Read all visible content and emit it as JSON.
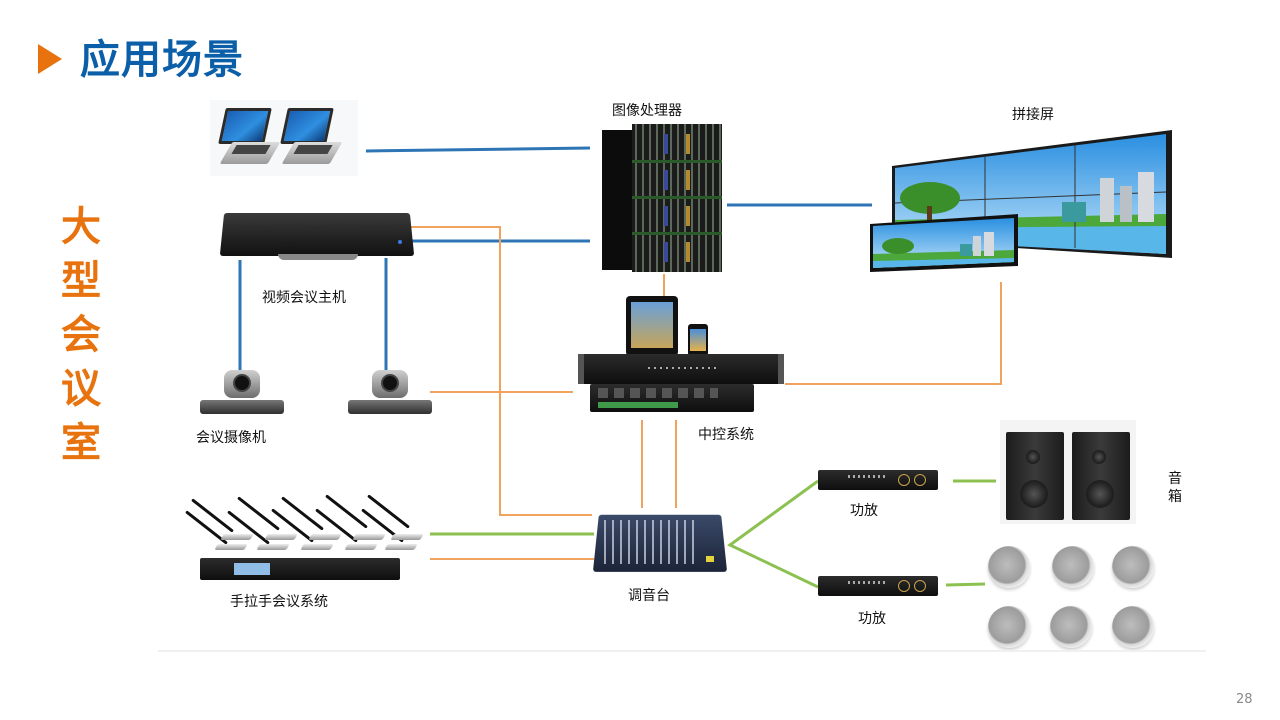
{
  "slide": {
    "title": "应用场景",
    "side_title": [
      "大",
      "型",
      "会",
      "议",
      "室"
    ],
    "page_number": "28"
  },
  "devices": {
    "image_processor": "图像处理器",
    "video_wall": "拼接屏",
    "video_conf_host": "视频会议主机",
    "conference_camera": "会议摄像机",
    "central_control": "中控系统",
    "hand_in_hand_system": "手拉手会议系统",
    "mixer": "调音台",
    "amplifier_top": "功放",
    "amplifier_bottom": "功放",
    "speaker_cabinet": "音箱"
  },
  "connections": [
    {
      "from": "laptops",
      "to": "image_processor",
      "type": "video",
      "color": "#2e75b6"
    },
    {
      "from": "video_conf_host",
      "to": "image_processor",
      "type": "video",
      "color": "#2e75b6"
    },
    {
      "from": "image_processor",
      "to": "video_wall",
      "type": "video",
      "color": "#2e75b6"
    },
    {
      "from": "video_conf_host",
      "to": "conference_camera_1",
      "type": "video",
      "color": "#2e75b6"
    },
    {
      "from": "video_conf_host",
      "to": "conference_camera_2",
      "type": "video",
      "color": "#2e75b6"
    },
    {
      "from": "video_conf_host",
      "to": "mixer",
      "type": "control",
      "color": "#f0a35e"
    },
    {
      "from": "conference_camera_2",
      "to": "central_control",
      "type": "control",
      "color": "#f0a35e"
    },
    {
      "from": "image_processor",
      "to": "central_control",
      "type": "control",
      "color": "#f0a35e"
    },
    {
      "from": "central_control",
      "to": "video_wall",
      "type": "control",
      "color": "#f0a35e"
    },
    {
      "from": "central_control",
      "to": "mixer",
      "type": "control",
      "color": "#f0a35e"
    },
    {
      "from": "hand_in_hand_system",
      "to": "mixer",
      "type": "audio",
      "color": "#8cc152"
    },
    {
      "from": "hand_in_hand_system",
      "to": "mixer",
      "type": "control",
      "color": "#f0a35e"
    },
    {
      "from": "mixer",
      "to": "amplifier_top",
      "type": "audio",
      "color": "#8cc152"
    },
    {
      "from": "mixer",
      "to": "amplifier_bottom",
      "type": "audio",
      "color": "#8cc152"
    },
    {
      "from": "amplifier_top",
      "to": "speaker_cabinet",
      "type": "audio",
      "color": "#8cc152"
    },
    {
      "from": "amplifier_bottom",
      "to": "ceiling_speakers",
      "type": "audio",
      "color": "#8cc152"
    }
  ],
  "colors": {
    "title": "#0b5ea8",
    "accent": "#e8730e",
    "video_line": "#2e75b6",
    "control_line": "#f0a35e",
    "audio_line": "#8cc152"
  }
}
